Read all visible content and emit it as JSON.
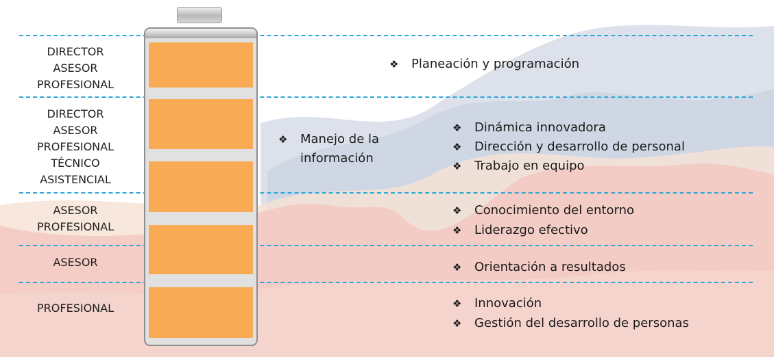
{
  "levels": [
    {
      "roles": [
        "DIRECTOR",
        "ASESOR",
        "PROFESIONAL"
      ]
    },
    {
      "roles": [
        "DIRECTOR",
        "ASESOR",
        "PROFESIONAL",
        "TÉCNICO",
        "ASISTENCIAL"
      ]
    },
    {
      "roles": [
        "ASESOR",
        "PROFESIONAL"
      ]
    },
    {
      "roles": [
        "ASESOR"
      ]
    },
    {
      "roles": [
        "PROFESIONAL"
      ]
    }
  ],
  "middle_competency": {
    "lines": [
      "Manejo de la",
      "información"
    ]
  },
  "competencies": [
    {
      "items": [
        "Planeación y programación"
      ]
    },
    {
      "items": [
        "Dinámica innovadora",
        "Dirección y desarrollo de personal",
        "Trabajo en equipo"
      ]
    },
    {
      "items": [
        "Conocimiento del entorno",
        "Liderazgo efectivo"
      ]
    },
    {
      "items": [
        "Orientación a resultados"
      ]
    },
    {
      "items": [
        "Innovación",
        "Gestión del desarrollo de personas"
      ]
    }
  ],
  "bullet_symbol": "❖",
  "colors": {
    "battery_cell": "#f8ab54",
    "dashed_line": "#2aa7d9",
    "mountain_back": "#cdd4e2",
    "mountain_mid": "#f4e0dc",
    "mountain_front": "#f2c6c0"
  }
}
